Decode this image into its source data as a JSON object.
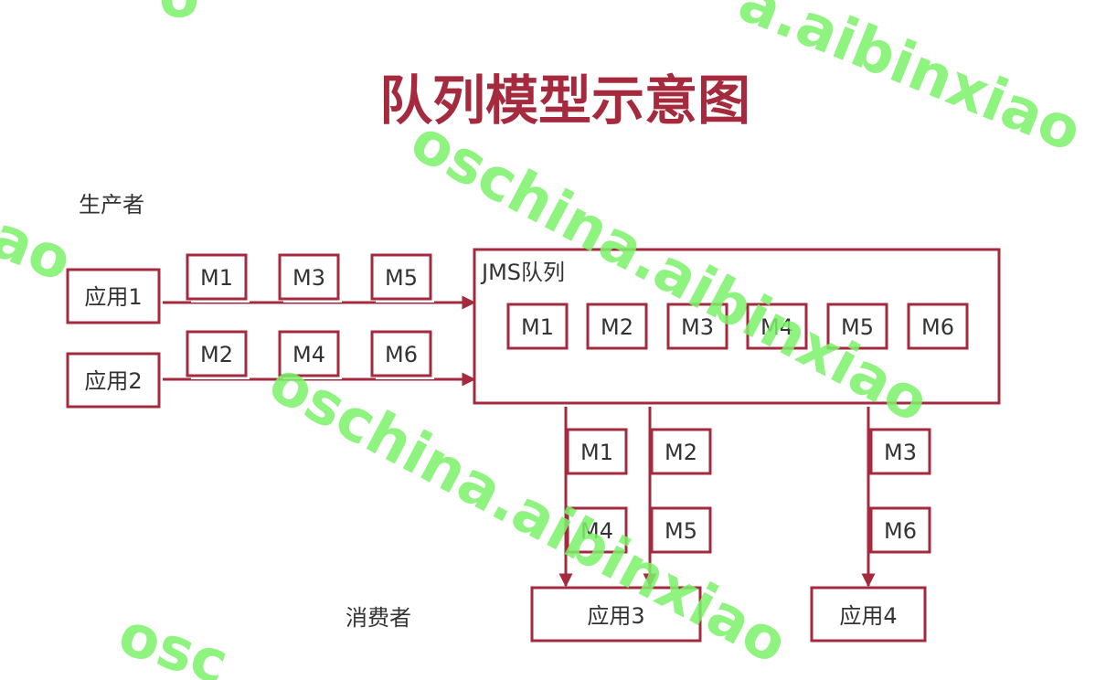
{
  "title": "队列模型示意图",
  "colors": {
    "accent": "#a52a3d",
    "text": "#333333",
    "watermark": "#7cf26a"
  },
  "labels": {
    "producer": "生产者",
    "consumer": "消费者",
    "queue": "JMS队列"
  },
  "apps": {
    "app1": "应用1",
    "app2": "应用2",
    "app3": "应用3",
    "app4": "应用4"
  },
  "producer_msgs": {
    "row1": [
      "M1",
      "M3",
      "M5"
    ],
    "row2": [
      "M2",
      "M4",
      "M6"
    ]
  },
  "queue_msgs": [
    "M1",
    "M2",
    "M3",
    "M4",
    "M5",
    "M6"
  ],
  "consumer_msgs": {
    "lane1": [
      "M1",
      "M4"
    ],
    "lane2": [
      "M2",
      "M5"
    ],
    "lane3": [
      "M3",
      "M6"
    ]
  },
  "watermark": {
    "text": "oschina.aibinxiao",
    "fragments": {
      "top_left": "o",
      "top_right": "a.aibinxiao",
      "left_edge": "ao",
      "bottom_left": "osc"
    }
  }
}
